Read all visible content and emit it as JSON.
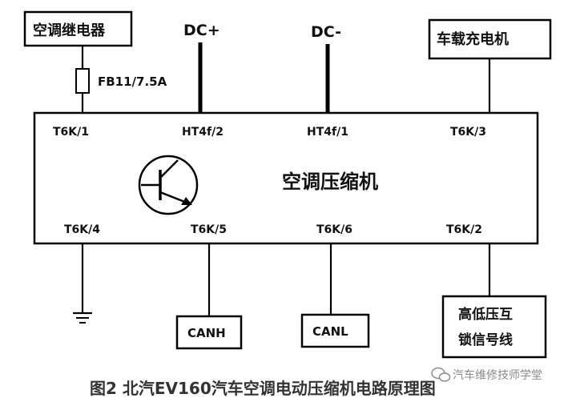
{
  "relay_label": "空调继电器",
  "dc_plus_label": "DC+",
  "dc_minus_label": "DC-",
  "charger_label": "车载充电机",
  "fuse_label": "FB11/7.5A",
  "compressor_label": "空调压缩机",
  "pins": {
    "t6k_1": "T6K/1",
    "ht4f_2": "HT4f/2",
    "ht4f_1": "HT4f/1",
    "t6k_3": "T6K/3",
    "t6k_4": "T6K/4",
    "t6k_5": "T6K/5",
    "t6k_6": "T6K/6",
    "t6k_2": "T6K/2"
  },
  "canh_label": "CANH",
  "canl_label": "CANL",
  "interlock_line1": "高低压互",
  "interlock_line2": "锁信号线",
  "caption": "图2 北汽EV160汽车空调电动压缩机电路原理图",
  "watermark": "汽车维修技师学堂"
}
